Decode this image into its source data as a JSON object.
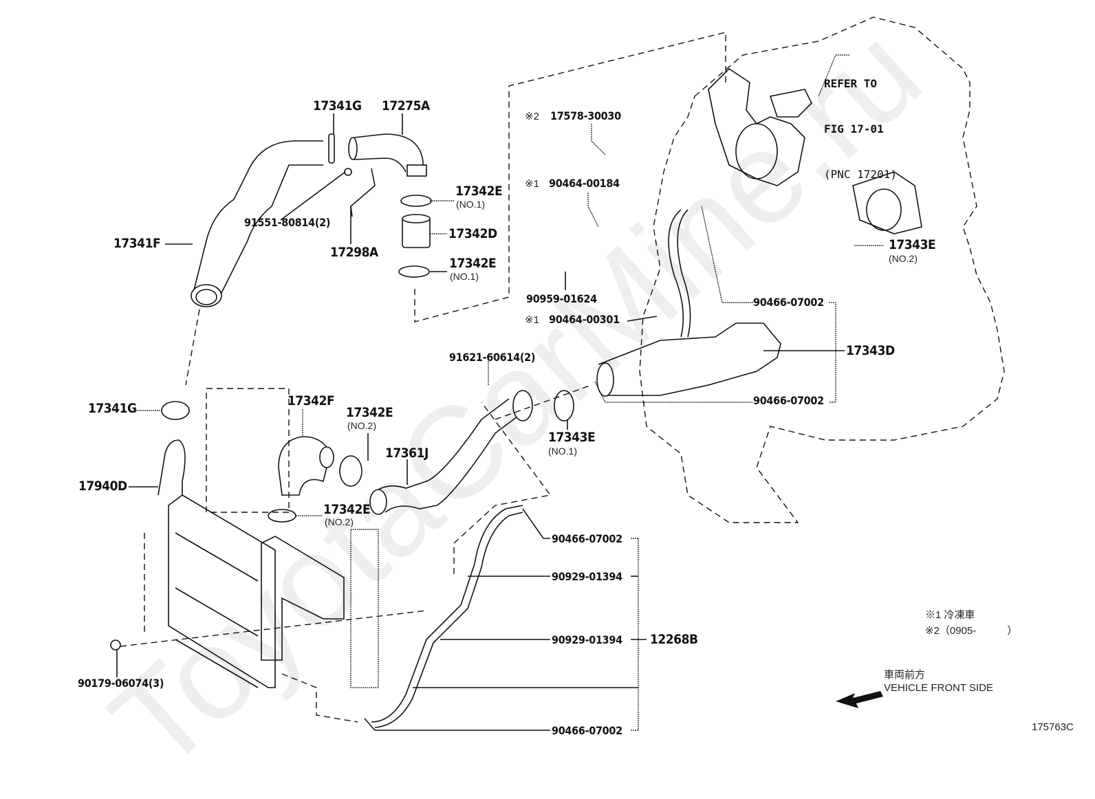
{
  "diagram": {
    "figure_id": "175763C",
    "watermark": "ToyotaCarMine.ru",
    "reference": {
      "line1": "REFER TO",
      "line2": "FIG 17-01",
      "line3": "(PNC 17201)"
    },
    "labels": {
      "p17341G_top": "17341G",
      "p17275A": "17275A",
      "p17342E_a": "17342E",
      "p17342E_a_sub": "(NO.1)",
      "p17342D": "17342D",
      "p17342E_b": "17342E",
      "p17342E_b_sub": "(NO.1)",
      "p91551": "91551-80814(2)",
      "p17298A": "17298A",
      "p17341F": "17341F",
      "p17578_mark": "※2",
      "p17578": "17578-30030",
      "p90464_184_mark": "※1",
      "p90464_184": "90464-00184",
      "p90959": "90959-01624",
      "p90464_301_mark": "※1",
      "p90464_301": "90464-00301",
      "p17343E_no2": "17343E",
      "p17343E_no2_sub": "(NO.2)",
      "p90466_a": "90466-07002",
      "p17343D": "17343D",
      "p90466_b": "90466-07002",
      "p91621": "91621-60614(2)",
      "p17343E_no1": "17343E",
      "p17343E_no1_sub": "(NO.1)",
      "p17341G_bot": "17341G",
      "p17342F": "17342F",
      "p17342E_c": "17342E",
      "p17342E_c_sub": "(NO.2)",
      "p17361J": "17361J",
      "p17940D": "17940D",
      "p17342E_d": "17342E",
      "p17342E_d_sub": "(NO.2)",
      "p90466_c": "90466-07002",
      "p90929_a": "90929-01394",
      "p90929_b": "90929-01394",
      "p12268B": "12268B",
      "p90466_d": "90466-07002",
      "p90179": "90179-06074(3)"
    },
    "notes": {
      "note1": "※1 冷凍車",
      "note2": "※2（0905-　　　）",
      "direction_jp": "車両前方",
      "direction_en": "VEHICLE FRONT SIDE"
    }
  }
}
